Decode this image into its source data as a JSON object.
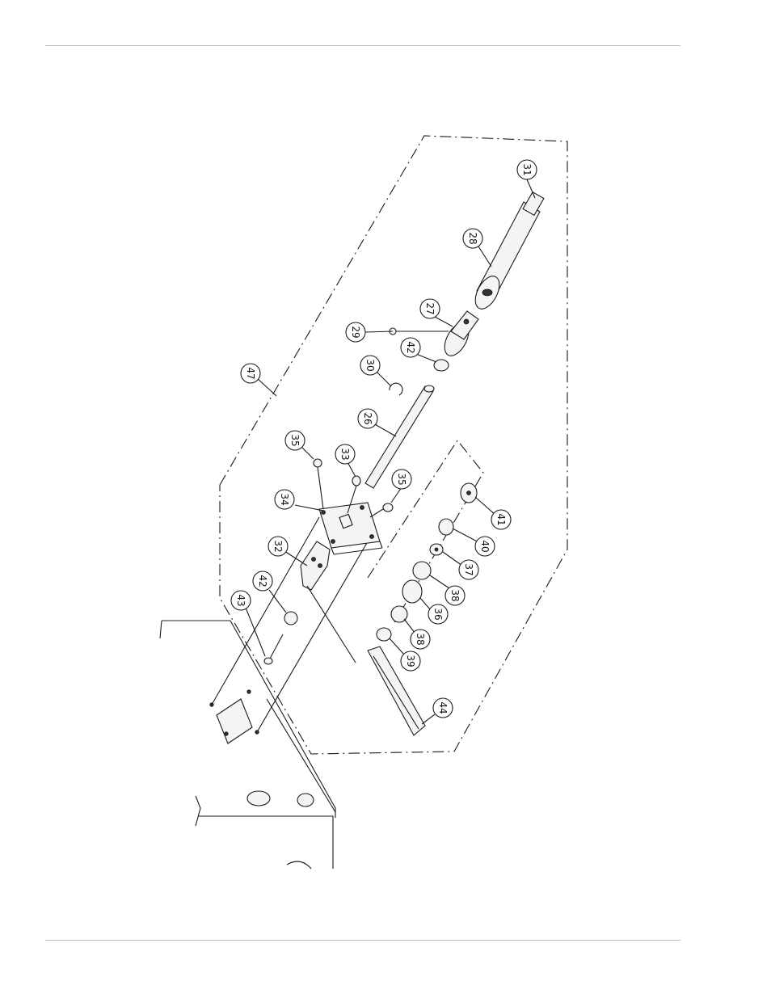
{
  "callouts": [
    {
      "label": "31"
    },
    {
      "label": "28"
    },
    {
      "label": "27"
    },
    {
      "label": "29"
    },
    {
      "label": "42"
    },
    {
      "label": "30"
    },
    {
      "label": "47"
    },
    {
      "label": "26"
    },
    {
      "label": "35"
    },
    {
      "label": "33"
    },
    {
      "label": "35"
    },
    {
      "label": "34"
    },
    {
      "label": "32"
    },
    {
      "label": "42"
    },
    {
      "label": "43"
    },
    {
      "label": "41"
    },
    {
      "label": "40"
    },
    {
      "label": "37"
    },
    {
      "label": "38"
    },
    {
      "label": "36"
    },
    {
      "label": "38"
    },
    {
      "label": "39"
    },
    {
      "label": "44"
    }
  ]
}
